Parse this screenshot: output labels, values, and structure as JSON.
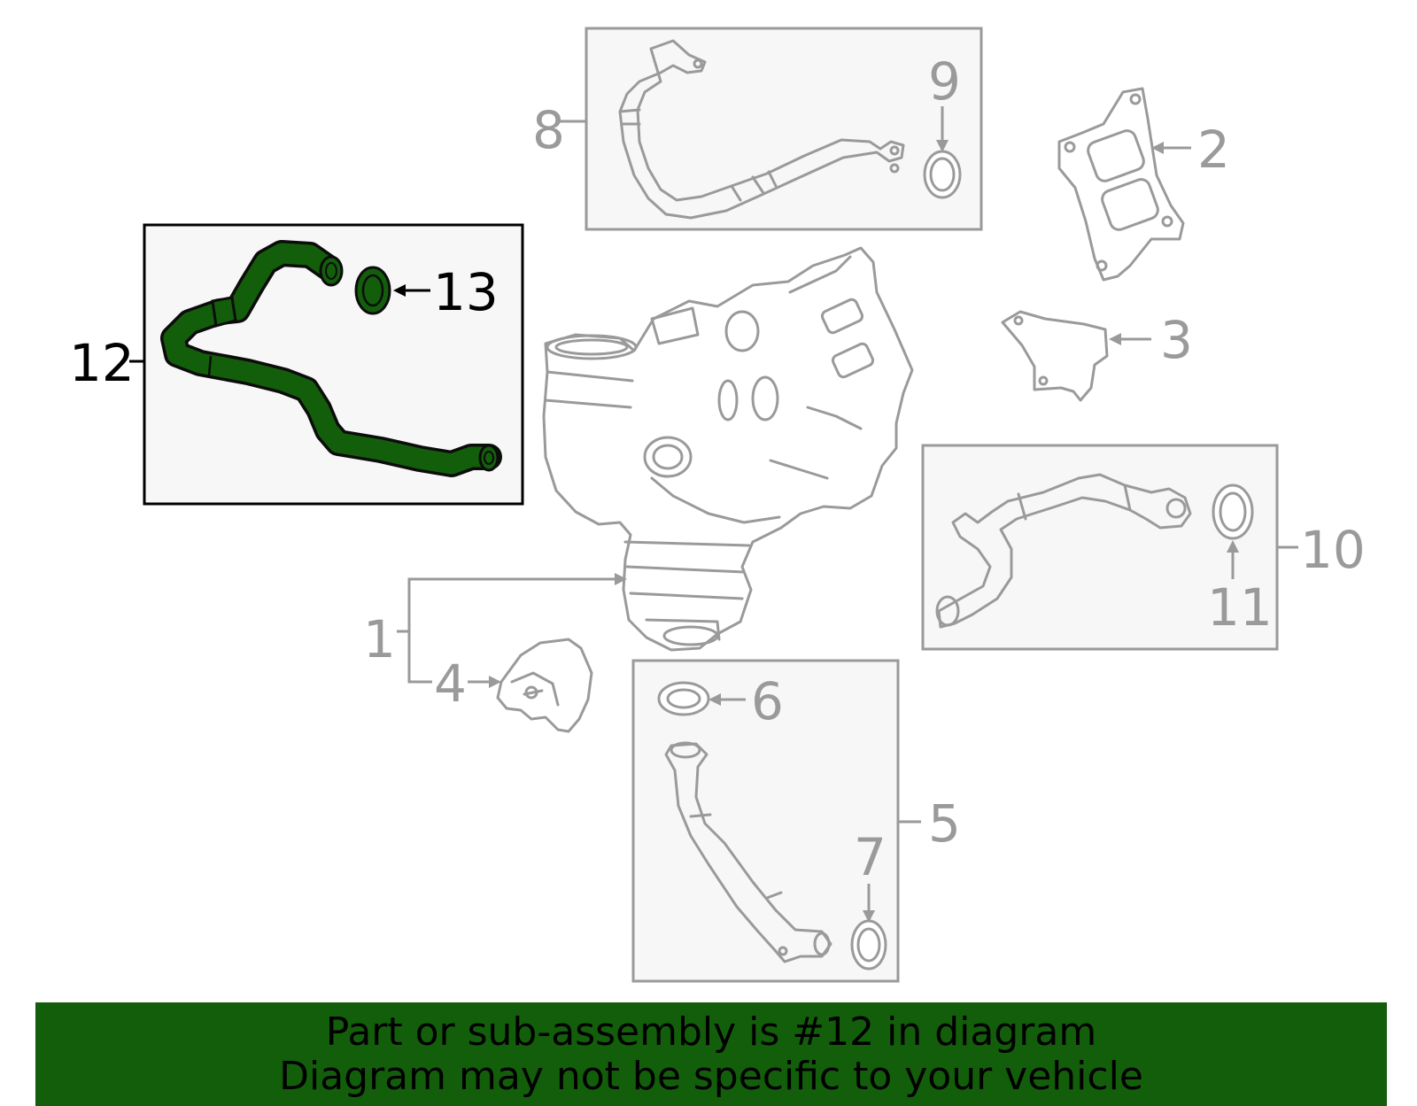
{
  "colors": {
    "highlight": "#135e0b",
    "highlight_outline": "#0c0c0c",
    "banner_background": "#135e0b",
    "gray_line": "#9a9a9a",
    "box_fill": "#f7f7f7"
  },
  "callouts": {
    "c1": "1",
    "c2": "2",
    "c3": "3",
    "c4": "4",
    "c5": "5",
    "c6": "6",
    "c7": "7",
    "c8": "8",
    "c9": "9",
    "c10": "10",
    "c11": "11",
    "c12": "12",
    "c13": "13"
  },
  "highlighted_part": "12",
  "banner": {
    "line1": "Part or sub-assembly is #12 in diagram",
    "line2": "Diagram may not be specific to your vehicle"
  }
}
